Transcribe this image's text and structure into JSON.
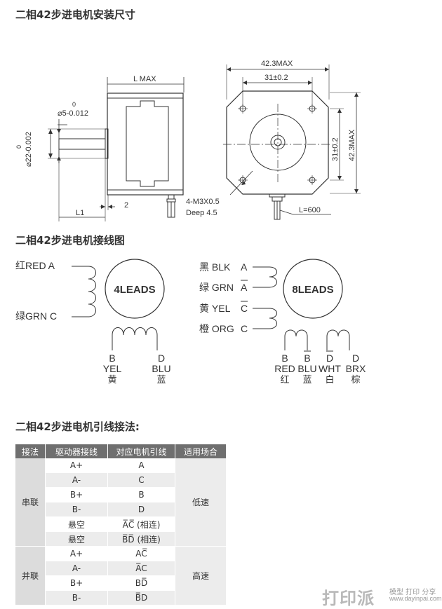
{
  "headings": {
    "dimensions": "二相42步进电机安装尺寸",
    "wiring_diagram": "二相42步进电机接线图",
    "lead_connection": "二相42步进电机引线接法:"
  },
  "dimension_drawing": {
    "l_max": "L MAX",
    "shaft_tol_upper": "0",
    "shaft_dia": "⌀5-0.012",
    "boss_tol_upper": "0",
    "boss_dia": "⌀22-0.002",
    "l1": "L1",
    "boss_height": "2",
    "width_max": "42.3MAX",
    "hole_spacing_x": "31±0.2",
    "hole_spacing_y": "31±0.2",
    "height_max": "42.3MAX",
    "screw_spec": "4-M3X0.5",
    "screw_depth": "Deep  4.5",
    "cable_length": "L=600"
  },
  "wiring": {
    "four_leads": {
      "label": "4LEADS",
      "lead_a": "红RED  A",
      "lead_c": "绿GRN  C",
      "bottom_leads": [
        {
          "letter": "B",
          "code": "YEL",
          "cn": "黄"
        },
        {
          "letter": "D",
          "code": "BLU",
          "cn": "蓝"
        }
      ]
    },
    "eight_leads": {
      "label": "8LEADS",
      "left_leads": [
        {
          "name": "黑 BLK",
          "letter": "A",
          "overline": false
        },
        {
          "name": "绿 GRN",
          "letter": "A",
          "overline": true
        },
        {
          "name": "黄 YEL",
          "letter": "C",
          "overline": true
        },
        {
          "name": "橙 ORG",
          "letter": "C",
          "overline": false
        }
      ],
      "bottom_leads": [
        {
          "letter": "B",
          "overline": false,
          "code": "RED",
          "cn": "红"
        },
        {
          "letter": "B",
          "overline": true,
          "code": "BLU",
          "cn": "蓝"
        },
        {
          "letter": "D",
          "overline": true,
          "code": "WHT",
          "cn": "白"
        },
        {
          "letter": "D",
          "overline": false,
          "code": "BRX",
          "cn": "棕"
        }
      ]
    }
  },
  "connection_table": {
    "headers": [
      "接法",
      "驱动器接线",
      "对应电机引线",
      "适用场合"
    ],
    "groups": [
      {
        "method": "串联",
        "application": "低速",
        "rows": [
          {
            "driver": "A+",
            "motor": "A"
          },
          {
            "driver": "A-",
            "motor": "C"
          },
          {
            "driver": "B+",
            "motor": "B"
          },
          {
            "driver": "B-",
            "motor": "D"
          },
          {
            "driver": "悬空",
            "motor": "A̅C̅ (相连)"
          },
          {
            "driver": "悬空",
            "motor": "B̅D̅ (相连)"
          }
        ]
      },
      {
        "method": "并联",
        "application": "高速",
        "rows": [
          {
            "driver": "A+",
            "motor": "AC̅"
          },
          {
            "driver": "A-",
            "motor": "A̅C"
          },
          {
            "driver": "B+",
            "motor": "BD̅"
          },
          {
            "driver": "B-",
            "motor": "B̅D"
          }
        ]
      }
    ]
  },
  "watermark": {
    "main": "打印派",
    "sub": "模型 打印 分享",
    "url": "www.dayinpai.com"
  }
}
